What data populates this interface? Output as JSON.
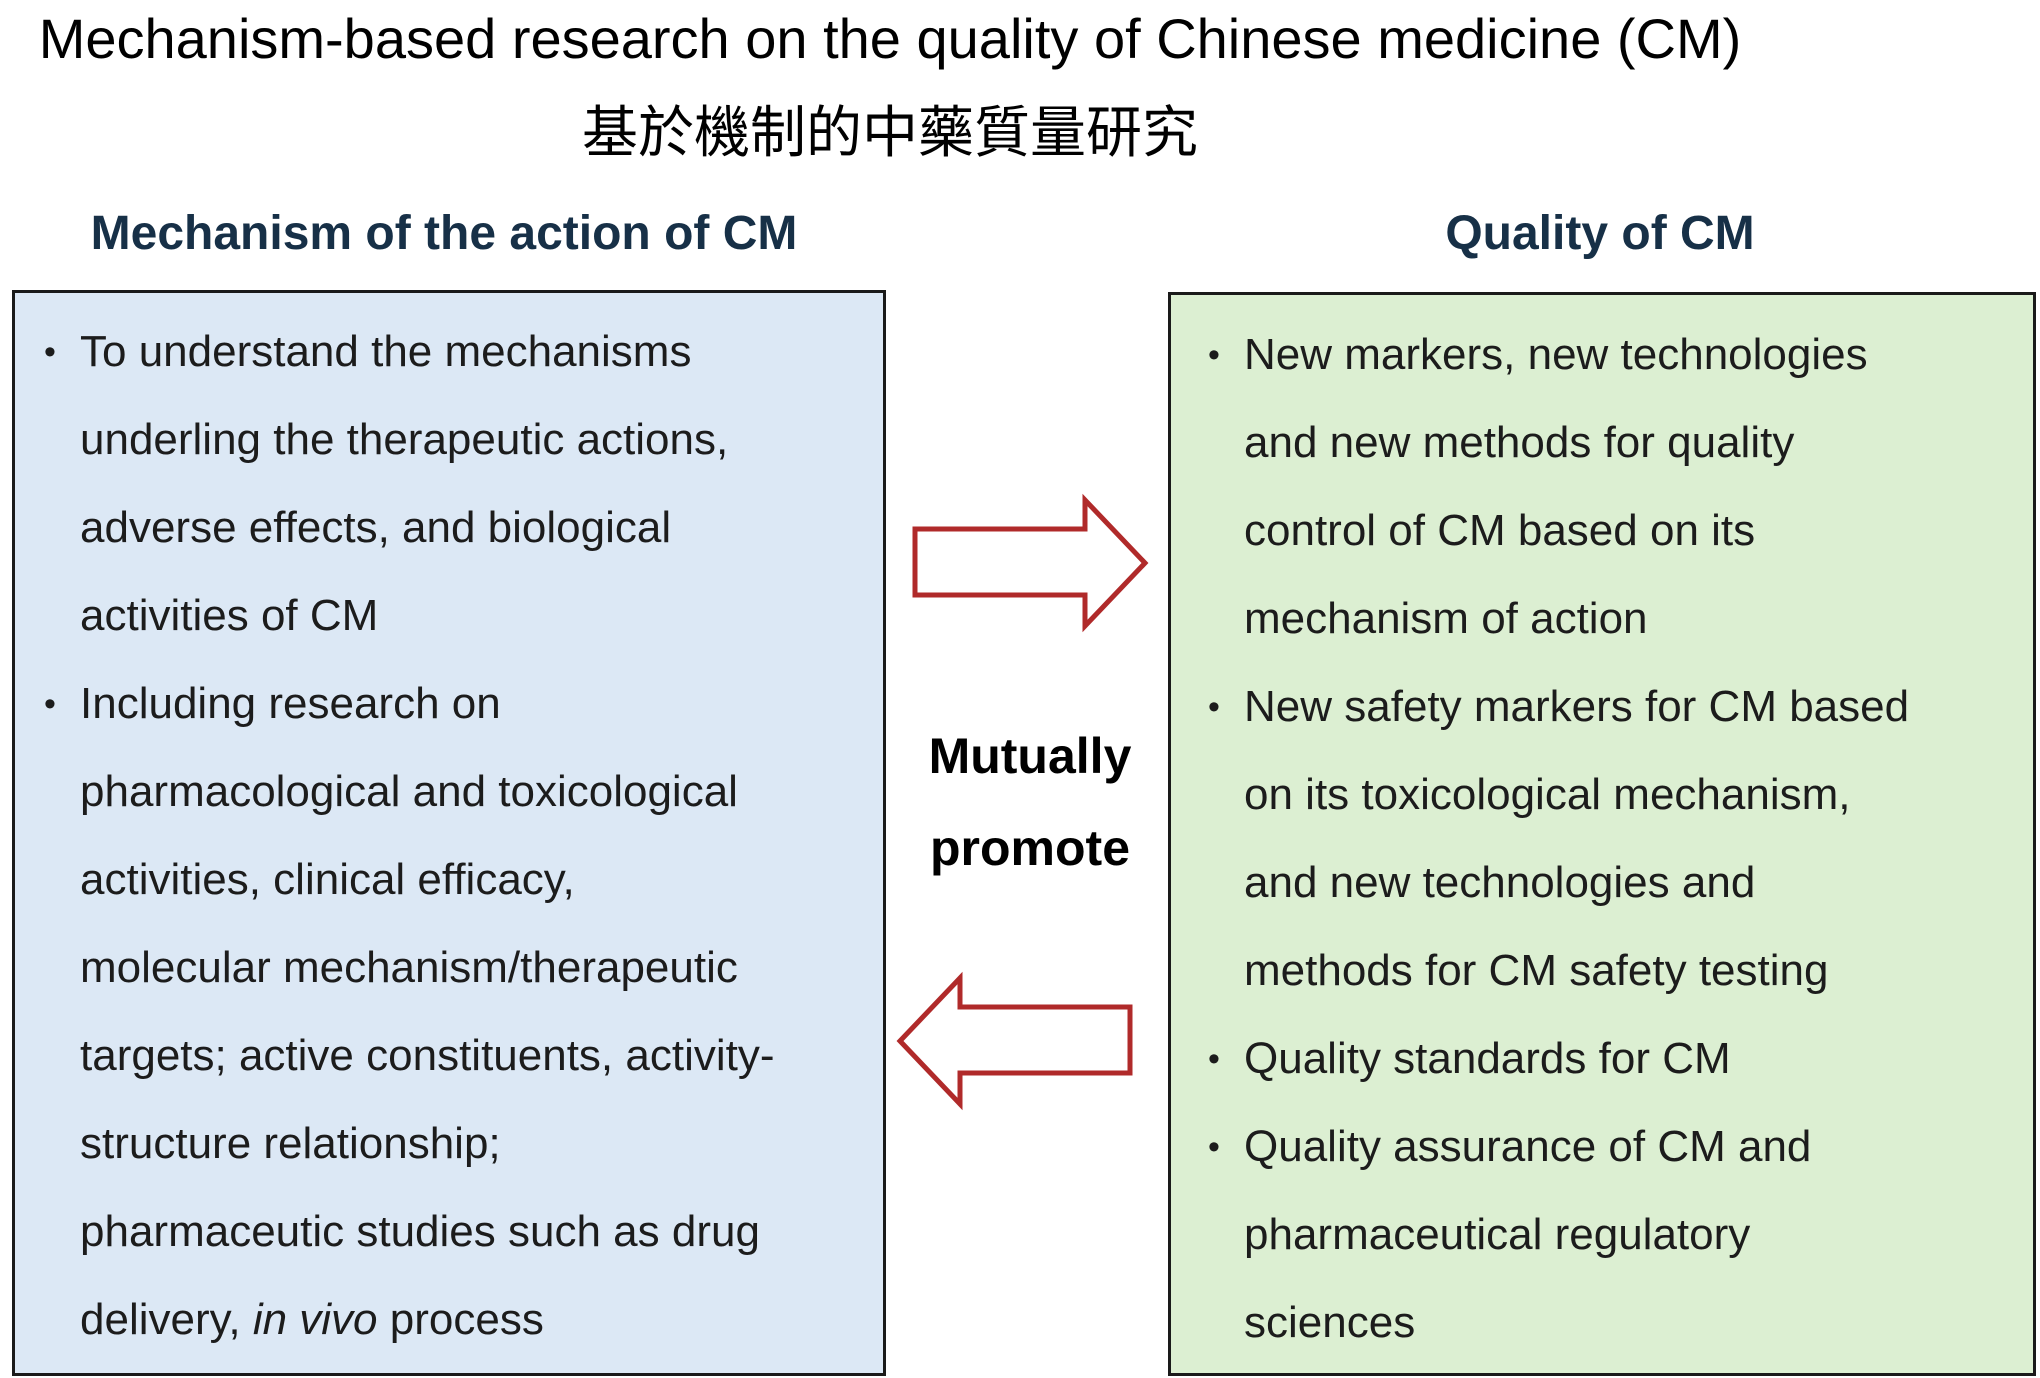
{
  "title": {
    "english": "Mechanism-based research on the quality of Chinese medicine (CM)",
    "chinese": "基於機制的中藥質量研究"
  },
  "left_panel": {
    "heading": "Mechanism of the action of CM",
    "background_color": "#dce8f5",
    "bullets": [
      {
        "lines": [
          "To understand the mechanisms",
          "underling the therapeutic actions,",
          "adverse effects, and biological",
          "activities of CM"
        ]
      },
      {
        "lines": [
          "Including research on",
          "pharmacological and toxicological",
          "activities, clinical efficacy,",
          "molecular mechanism/therapeutic",
          "targets; active constituents, activity-",
          "structure relationship;",
          "pharmaceutic studies such as drug"
        ],
        "last_line_start": "delivery, ",
        "last_line_italic": "in vivo",
        "last_line_end": " process"
      }
    ]
  },
  "right_panel": {
    "heading": "Quality of CM",
    "background_color": "#dcefd2",
    "bullets": [
      {
        "lines": [
          "New markers, new technologies",
          "and new methods for quality",
          "control of CM based on its",
          "mechanism of action"
        ]
      },
      {
        "lines": [
          "New safety markers for CM based",
          "on its toxicological mechanism,",
          "and new technologies and",
          "methods for CM safety testing"
        ]
      },
      {
        "lines": [
          "Quality standards for CM"
        ]
      },
      {
        "lines": [
          "Quality assurance of CM and",
          "pharmaceutical regulatory",
          "sciences"
        ]
      }
    ]
  },
  "center": {
    "label_line1": "Mutually",
    "label_line2": "promote",
    "arrow_color": "#b02a2a",
    "arrows": [
      {
        "direction": "right",
        "icon": "right-arrow-icon"
      },
      {
        "direction": "left",
        "icon": "left-arrow-icon"
      }
    ]
  },
  "bullet_symbol": "•"
}
